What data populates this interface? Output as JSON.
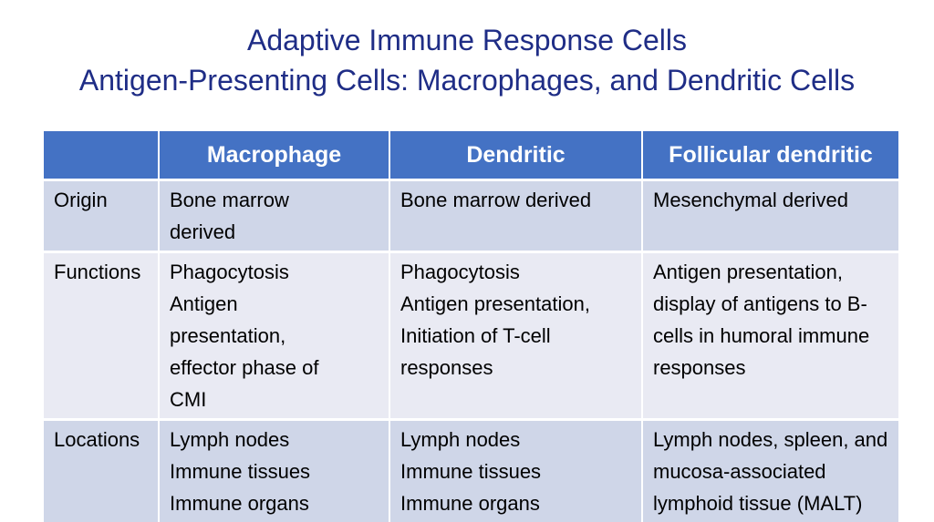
{
  "slide": {
    "title": {
      "line1": "Adaptive Immune Response Cells",
      "line2": "Antigen-Presenting Cells: Macrophages, and Dendritic Cells"
    },
    "colors": {
      "slide_bg": "#FFFFFF",
      "title_text": "#1F2D86",
      "header_bg": "#4472C4",
      "header_text": "#FFFFFF",
      "band_dark": "#CFD6E8",
      "band_light": "#E9EAF3",
      "body_text": "#000000",
      "cell_border": "#FFFFFF"
    },
    "table": {
      "columns": [
        "",
        "Macrophage",
        "Dendritic",
        "Follicular dendritic"
      ],
      "rows": [
        {
          "label": "Origin",
          "cells": [
            "Bone marrow\nderived",
            "Bone marrow derived",
            "Mesenchymal derived"
          ]
        },
        {
          "label": "Functions",
          "cells": [
            "Phagocytosis\nAntigen\npresentation,\neffector phase of\nCMI",
            "Phagocytosis\nAntigen presentation,\nInitiation of T-cell\nresponses",
            "Antigen presentation,\ndisplay of antigens to B-\ncells in humoral immune\nresponses"
          ]
        },
        {
          "label": "Locations",
          "cells": [
            "Lymph nodes\nImmune tissues\nImmune organs",
            "Lymph nodes\nImmune tissues\nImmune organs",
            "Lymph nodes, spleen, and\nmucosa-associated\nlymphoid tissue (MALT)"
          ]
        }
      ]
    }
  }
}
